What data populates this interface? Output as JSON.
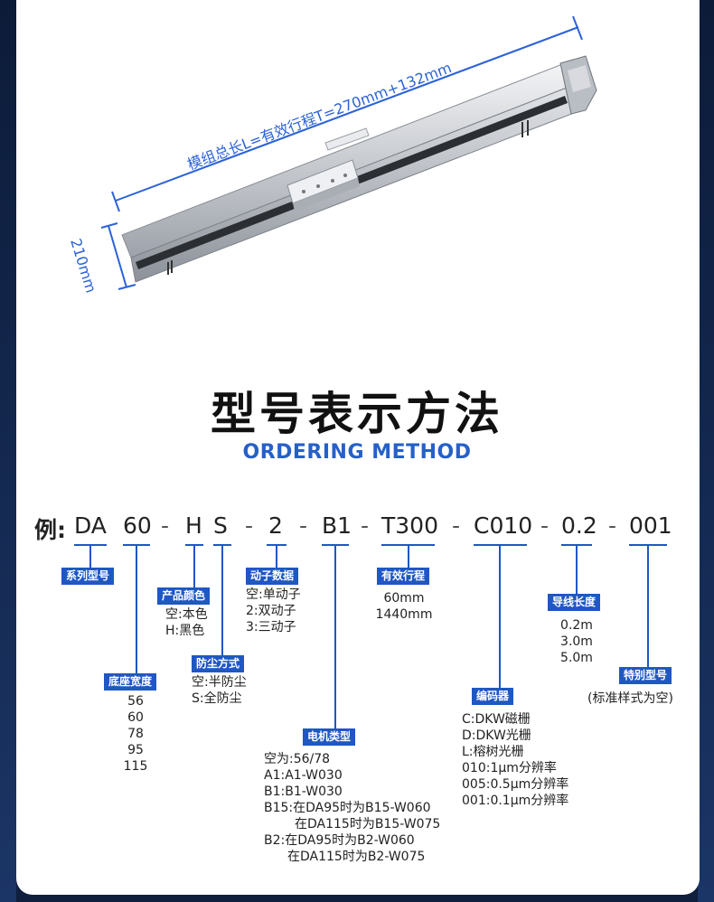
{
  "dimension_labels": {
    "length": "模组总长L=有效行程T=270mm+132mm",
    "height": "210mm"
  },
  "heading": {
    "cn": "型号表示方法",
    "en": "ORDERING METHOD"
  },
  "model_code": {
    "prefix": "例:",
    "segments": [
      "DA",
      "60",
      "H",
      "S",
      "2",
      "B1",
      "T300",
      "C010",
      "0.2",
      "001"
    ],
    "separator": "-"
  },
  "fields": {
    "series": {
      "label": "系列型号"
    },
    "base_width": {
      "label": "底座宽度",
      "options": [
        "56",
        "60",
        "78",
        "95",
        "115"
      ]
    },
    "color": {
      "label": "产品颜色",
      "options": [
        "空:本色",
        "H:黑色"
      ]
    },
    "dust": {
      "label": "防尘方式",
      "options": [
        "空:半防尘",
        "S:全防尘"
      ]
    },
    "mover": {
      "label": "动子数据",
      "options": [
        "空:单动子",
        "2:双动子",
        "3:三动子"
      ]
    },
    "motor": {
      "label": "电机类型",
      "options": [
        "空为:56/78",
        "A1:A1-W030",
        "B1:B1-W030",
        "B15:在DA95时为B15-W060",
        "在DA115时为B15-W075",
        "B2:在DA95时为B2-W060",
        "在DA115时为B2-W075"
      ]
    },
    "stroke": {
      "label": "有效行程",
      "options": [
        "60mm",
        "1440mm"
      ]
    },
    "encoder": {
      "label": "编码器",
      "options": [
        "C:DKW磁栅",
        "D:DKW光栅",
        "L:榕树光栅",
        "010:1μm分辨率",
        "005:0.5μm分辨率",
        "001:0.1μm分辨率"
      ]
    },
    "cable": {
      "label": "导线长度",
      "options": [
        "0.2m",
        "3.0m",
        "5.0m"
      ]
    },
    "special": {
      "label": "特别型号",
      "options": [
        "(标准样式为空)"
      ]
    }
  },
  "colors": {
    "accent": "#1f57c3",
    "dimension_line": "#2c62d6"
  }
}
